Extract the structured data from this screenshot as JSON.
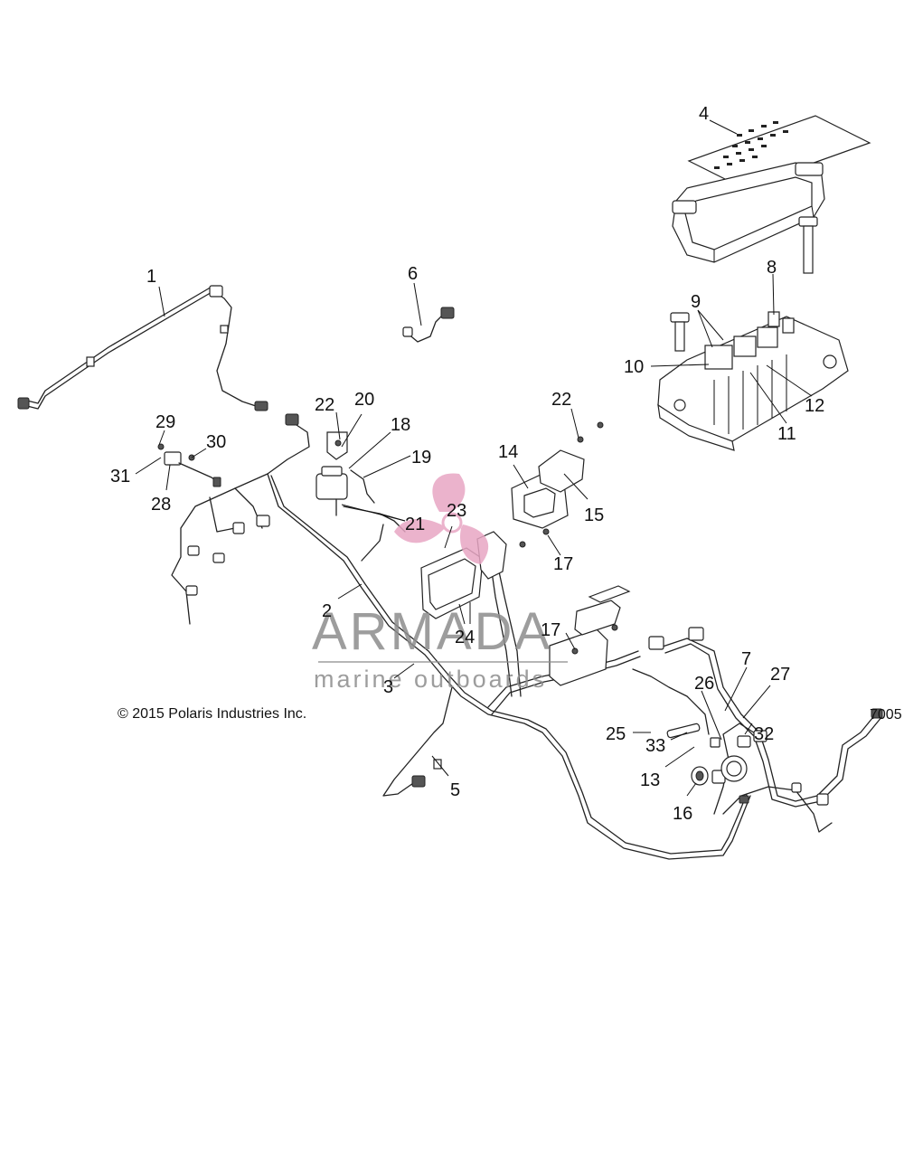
{
  "copyright": "© 2015 Polaris Industries Inc.",
  "figure_ref_partial": "7005",
  "watermark": {
    "brand": "ARMADA",
    "tagline": "marine outboards",
    "accent_color": "#e8a6c4",
    "text_color": "#8d8d8d"
  },
  "callouts": {
    "c1": "1",
    "c2": "2",
    "c3": "3",
    "c4": "4",
    "c5": "5",
    "c6": "6",
    "c7": "7",
    "c8": "8",
    "c9": "9",
    "c10": "10",
    "c11": "11",
    "c12": "12",
    "c13": "13",
    "c14": "14",
    "c15": "15",
    "c16": "16",
    "c17a": "17",
    "c17b": "17",
    "c18": "18",
    "c19": "19",
    "c20": "20",
    "c21": "21",
    "c22a": "22",
    "c22b": "22",
    "c23": "23",
    "c24": "24",
    "c25": "25",
    "c26": "26",
    "c27": "27",
    "c28": "28",
    "c29": "29",
    "c30": "30",
    "c31": "31",
    "c32": "32",
    "c33": "33"
  }
}
